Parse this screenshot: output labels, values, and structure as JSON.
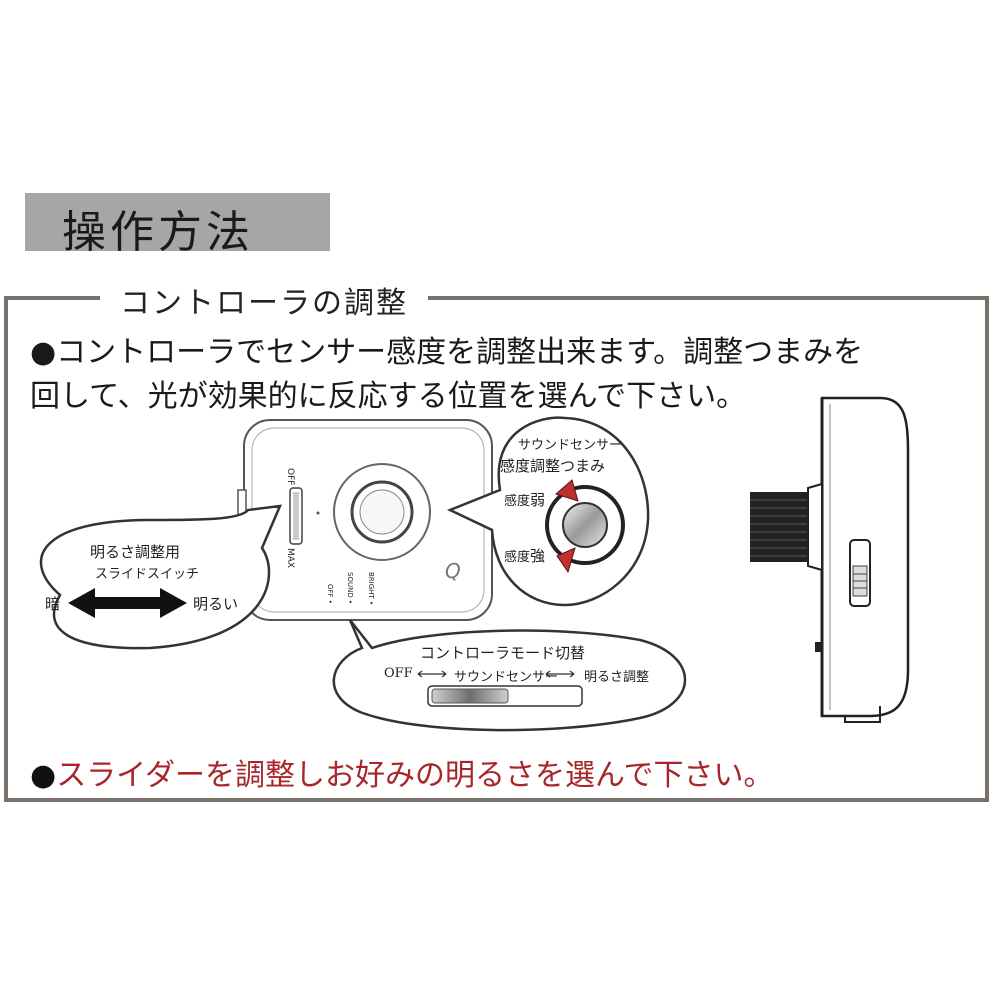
{
  "title": "操作方法",
  "section": {
    "title": "コントローラの調整"
  },
  "instructions": {
    "line1": "●コントローラでセンサー感度を調整出来ます。調整つまみを",
    "line2": "回して、光が効果的に反応する位置を選んで下さい。",
    "bottom_dot": "●",
    "bottom_text": "スライダーを調整しお好みの明るさを選んで下さい。"
  },
  "device": {
    "labels": {
      "off": "OFF",
      "max": "MAX",
      "bright": "BRIGHT",
      "sound": "SOUND",
      "off2": "OFF"
    }
  },
  "callout_slider": {
    "title": "明るさ調整用",
    "subtitle": "スライドスイッチ",
    "left": "暗",
    "right": "明るい"
  },
  "callout_knob": {
    "title": "サウンドセンサー",
    "subtitle": "感度調整つまみ",
    "weak_prefix": "感度",
    "weak": "弱",
    "strong_prefix": "感度",
    "strong": "強"
  },
  "callout_mode": {
    "title": "コントローラモード切替",
    "off": "OFF",
    "sound": "サウンドセンサー",
    "bright": "明るさ調整"
  },
  "colors": {
    "accent_red": "#a8262a",
    "frame": "#7a716b",
    "header_band": "#a6a6a6"
  }
}
